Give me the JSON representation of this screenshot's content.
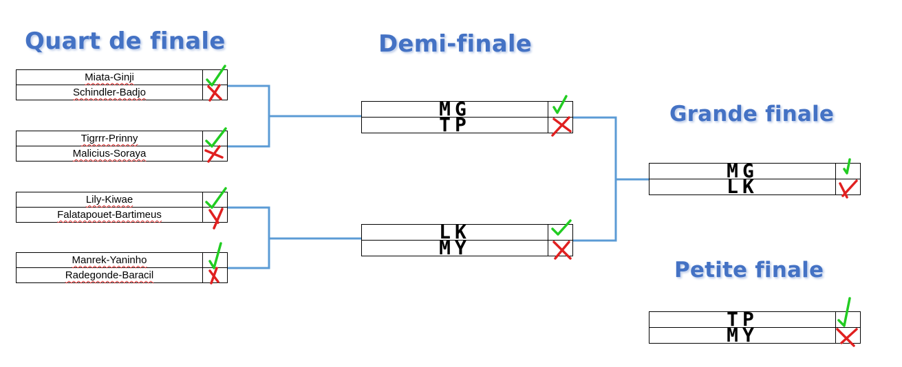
{
  "rounds": {
    "quarter": {
      "title": "Quart de finale",
      "matches": [
        {
          "team1": "Miata-Ginji",
          "team2": "Schindler-Badjo",
          "winner": 1
        },
        {
          "team1": "Tigrrr-Prinny",
          "team2": "Malicius-Soraya",
          "winner": 1
        },
        {
          "team1": "Lily-Kiwae",
          "team2": "Falatapouet-Bartimeus",
          "winner": 1
        },
        {
          "team1": "Manrek-Yaninho",
          "team2": "Radegonde-Baracil",
          "winner": 1
        }
      ]
    },
    "semi": {
      "title": "Demi-finale",
      "matches": [
        {
          "team1": "MG",
          "team2": "TP",
          "winner": 1
        },
        {
          "team1": "LK",
          "team2": "MY",
          "winner": 1
        }
      ]
    },
    "final": {
      "title": "Grande finale",
      "match": {
        "team1": "MG",
        "team2": "LK",
        "winner": 1
      }
    },
    "third_place": {
      "title": "Petite finale",
      "match": {
        "team1": "TP",
        "team2": "MY",
        "winner": 1
      }
    }
  },
  "colors": {
    "title": "#4472c4",
    "connector": "#5b9bd5",
    "check": "#22cc22",
    "cross": "#e02020"
  }
}
